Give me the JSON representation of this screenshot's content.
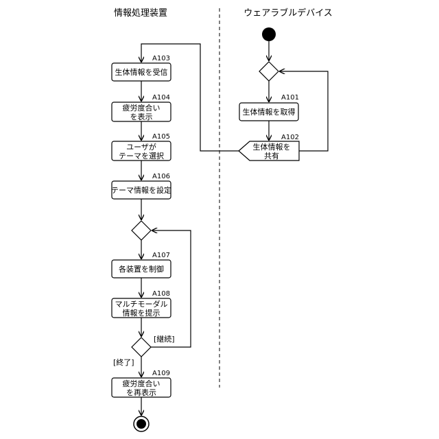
{
  "lanes": {
    "left_title": "情報処理装置",
    "right_title": "ウェアラブルデバイス"
  },
  "right": {
    "a101": {
      "ref": "A101",
      "lines": [
        "生体情報を取得"
      ]
    },
    "a102": {
      "ref": "A102",
      "lines": [
        "生体情報を",
        "共有"
      ]
    }
  },
  "left": {
    "a103": {
      "ref": "A103",
      "lines": [
        "生体情報を受信"
      ]
    },
    "a104": {
      "ref": "A104",
      "lines": [
        "疲労度合い",
        "を表示"
      ]
    },
    "a105": {
      "ref": "A105",
      "lines": [
        "ユーザが",
        "テーマを選択"
      ]
    },
    "a106": {
      "ref": "A106",
      "lines": [
        "テーマ情報を設定"
      ]
    },
    "a107": {
      "ref": "A107",
      "lines": [
        "各装置を制御"
      ]
    },
    "a108": {
      "ref": "A108",
      "lines": [
        "マルチモーダル",
        "情報を提示"
      ]
    },
    "a109": {
      "ref": "A109",
      "lines": [
        "疲労度合い",
        "を再表示"
      ]
    },
    "guard_continue": "[継続]",
    "guard_end": "[終了]"
  },
  "colors": {
    "stroke": "#000000",
    "background": "#ffffff"
  }
}
